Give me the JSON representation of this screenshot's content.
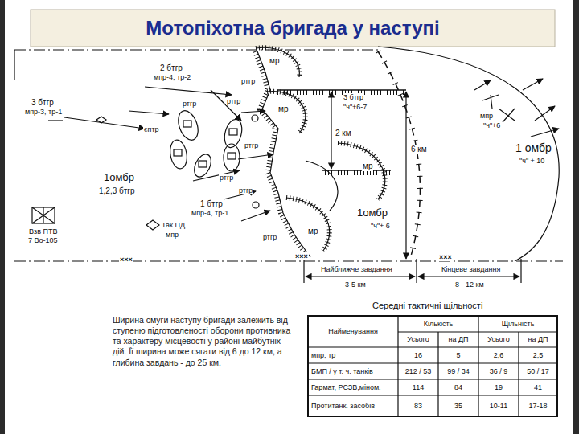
{
  "diagram": {
    "title": "Мотопіхотна бригада у наступі",
    "labels": [
      "мр",
      "2 бтгр",
      "мпр-4, тр-2",
      "ртгр",
      "мр",
      "3 бтгр",
      "\"ч\"+6-7",
      "ртгр",
      "ртгр",
      "3 бтгр",
      "мпр-3, тр-1",
      "єптр",
      "ртгр",
      "2 км",
      "6 км",
      "мр",
      "1омбр",
      "1,2,3 бтгр",
      "ртгр",
      "ртгр",
      "1 бтгр",
      "мпр-4, тр-1",
      "1омбр",
      "\"ч\"+ 6",
      "мр",
      "Так ПД",
      "мпр",
      "Взв ПТВ",
      "7 Во-105",
      "ртгр",
      "мпр",
      "\"ч\"+6",
      "1 омбр",
      "\"ч\" + 10",
      "×××",
      "×××",
      "×××",
      "Найближче завдання",
      "3-5 км",
      "Кінцеве завдання",
      "8 - 12 км",
      "Ширина смуги наступу бригади залежить від ступеню підготовленості оборони противника та характеру місцевості у районі майбутніх дій. Її ширина може сягати від 6 до 12 км, а глибина завдань - до 25 км.",
      "Середні тактичні щільності",
      "Найменування",
      "Кількість",
      "Щільність",
      "Усього",
      "на ДП",
      "Усього",
      "на ДП",
      "мпр, тр",
      "16",
      "5",
      "2,6",
      "2,5",
      "БМП / у т. ч. танків",
      "212 / 53",
      "99 / 34",
      "36 / 9",
      "50 / 17",
      "Гармат, РСЗВ,міном.",
      "114",
      "84",
      "19",
      "41",
      "Протитанк. засобів",
      "83",
      "35",
      "10-11",
      "17-18"
    ]
  }
}
